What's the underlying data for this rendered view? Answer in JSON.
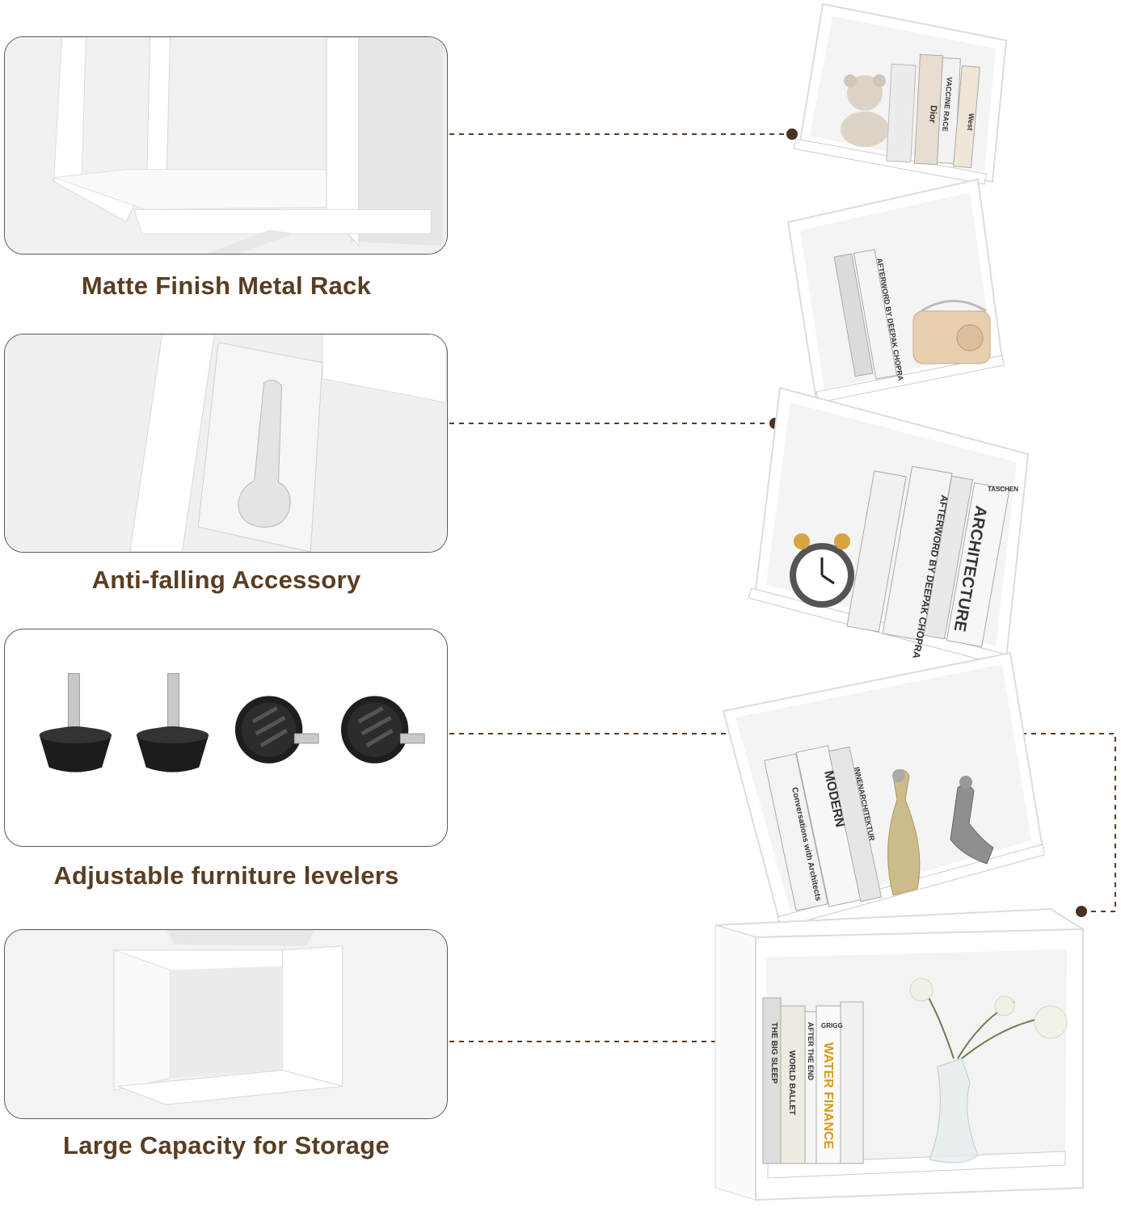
{
  "features": [
    {
      "caption": "Matte Finish Metal Rack"
    },
    {
      "caption": "Anti-falling Accessory"
    },
    {
      "caption": "Adjustable furniture levelers"
    },
    {
      "caption": "Large Capacity for Storage"
    }
  ],
  "books": {
    "b1": "AFTERWORD BY DEEPAK CHOPRA",
    "b2": "ARCHITECTURE",
    "b3": "AFTERWORD BY DEEPAK CHOPRA",
    "b4": "TASCHEN",
    "b5": "MODERN",
    "b6": "Conversations with Architects",
    "b7": "INNENARCHITEKTUR",
    "b8": "WATER FINANCE",
    "b9": "GRIGG",
    "b10": "WORLD BALLET",
    "b11": "THE BIG SLEEP",
    "b12": "AFTER THE END",
    "b13": "West",
    "b14": "VACCINE RACE",
    "b15": "Dior"
  },
  "colors": {
    "caption": "#5a3d22",
    "border": "#6b5544",
    "connector": "#5a3d22"
  }
}
